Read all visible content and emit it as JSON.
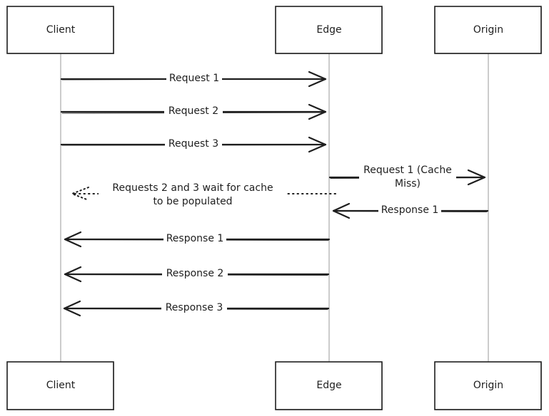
{
  "participants": {
    "client": "Client",
    "edge": "Edge",
    "origin": "Origin"
  },
  "messages": {
    "request_1": "Request 1",
    "request_2": "Request 2",
    "request_3": "Request 3",
    "request_1_cache_miss_line_1": "Request 1 (Cache",
    "request_1_cache_miss_line_2": "Miss)",
    "wait_note_line_1": "Requests 2 and 3 wait for cache",
    "wait_note_line_2": "to be populated",
    "response_1_origin": "Response 1",
    "response_1": "Response 1",
    "response_2": "Response 2",
    "response_3": "Response 3"
  }
}
